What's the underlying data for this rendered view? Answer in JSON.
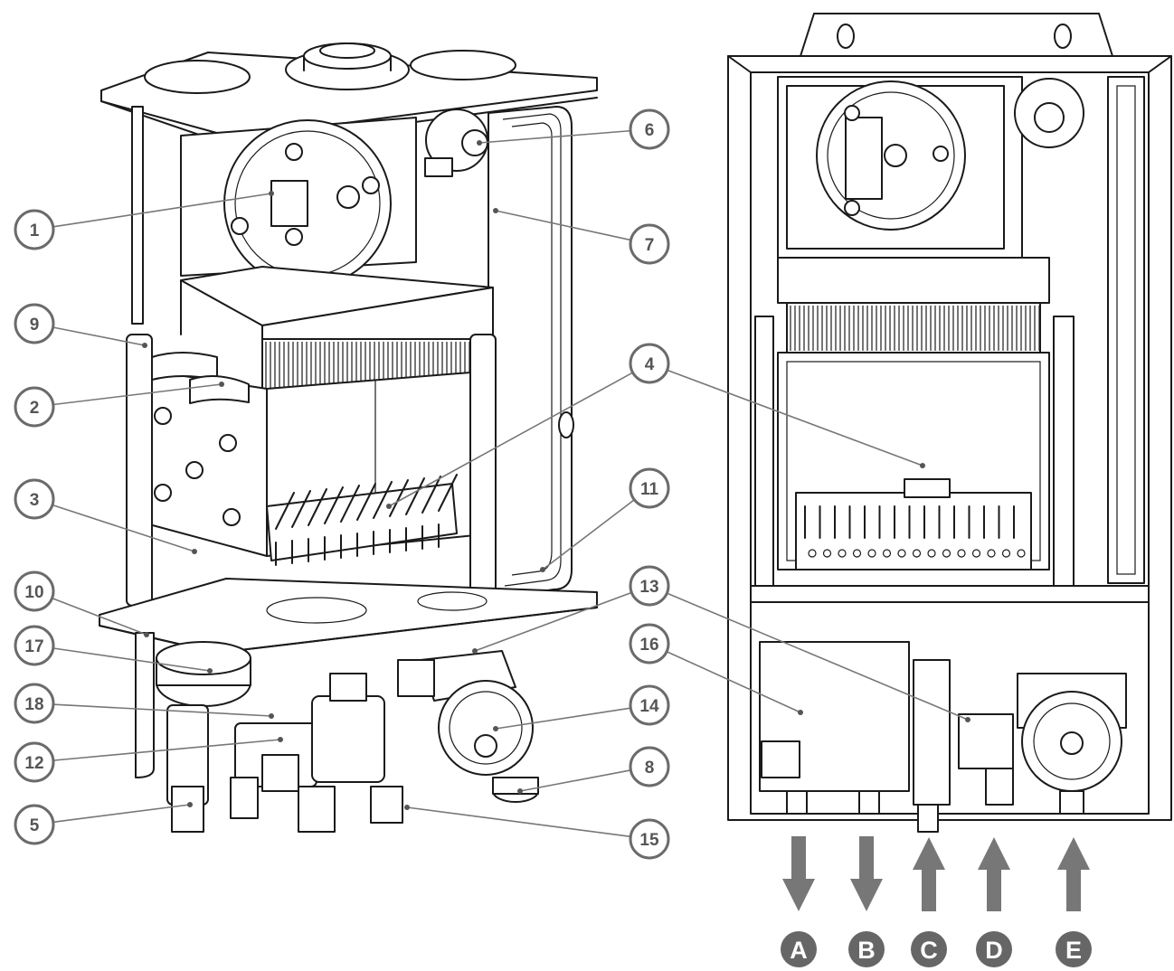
{
  "callouts": [
    {
      "label": "1"
    },
    {
      "label": "2"
    },
    {
      "label": "3"
    },
    {
      "label": "4"
    },
    {
      "label": "5"
    },
    {
      "label": "6"
    },
    {
      "label": "7"
    },
    {
      "label": "8"
    },
    {
      "label": "9"
    },
    {
      "label": "10"
    },
    {
      "label": "11"
    },
    {
      "label": "12"
    },
    {
      "label": "13"
    },
    {
      "label": "14"
    },
    {
      "label": "15"
    },
    {
      "label": "16"
    },
    {
      "label": "17"
    },
    {
      "label": "18"
    },
    {
      "label": "4"
    },
    {
      "label": "13"
    }
  ],
  "connections": [
    {
      "label": "A",
      "direction": "down"
    },
    {
      "label": "B",
      "direction": "down"
    },
    {
      "label": "C",
      "direction": "up"
    },
    {
      "label": "D",
      "direction": "up"
    },
    {
      "label": "E",
      "direction": "up"
    }
  ]
}
